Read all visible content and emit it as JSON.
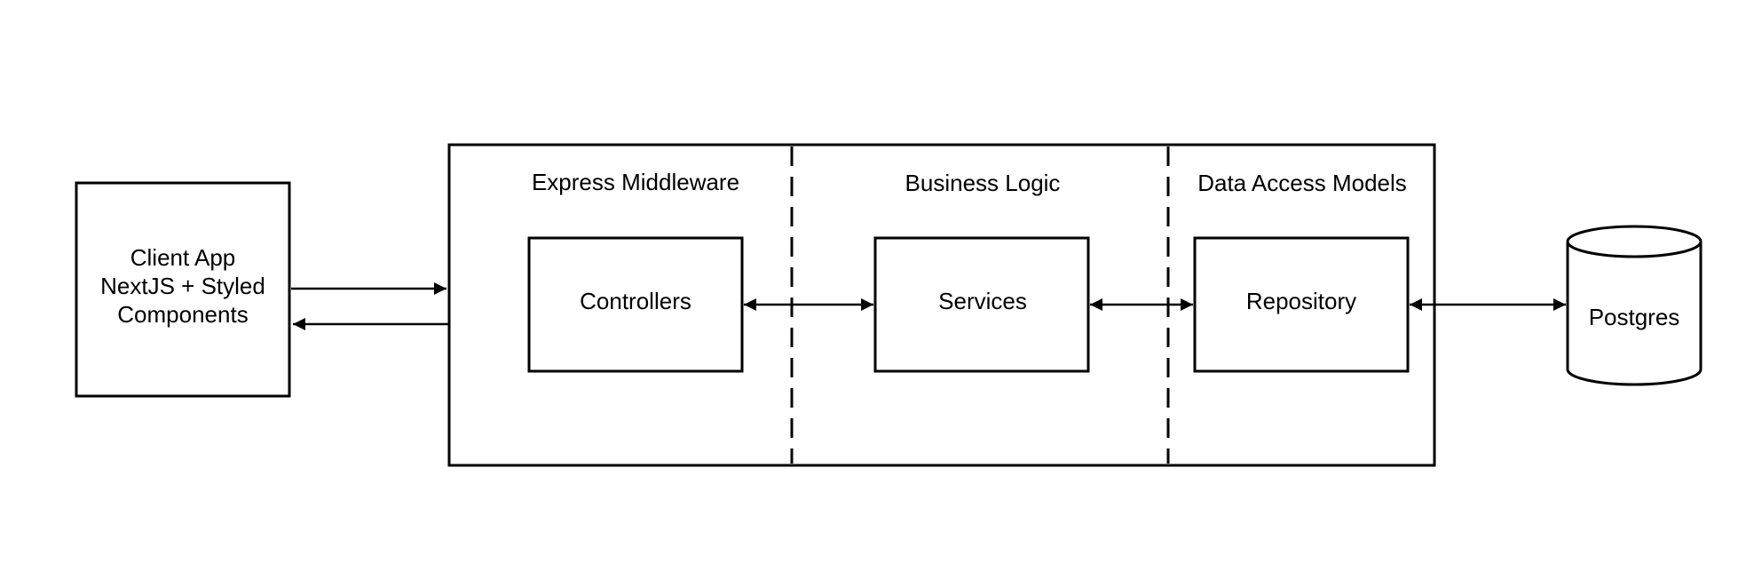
{
  "diagram": {
    "client": {
      "lines": [
        "Client App",
        "NextJS + Styled",
        "Components"
      ]
    },
    "backend": {
      "sections": {
        "middleware": "Express Middleware",
        "business": "Business Logic",
        "data_access": "Data Access Models"
      },
      "boxes": {
        "controllers": "Controllers",
        "services": "Services",
        "repository": "Repository"
      }
    },
    "database": {
      "label": "Postgres"
    }
  }
}
